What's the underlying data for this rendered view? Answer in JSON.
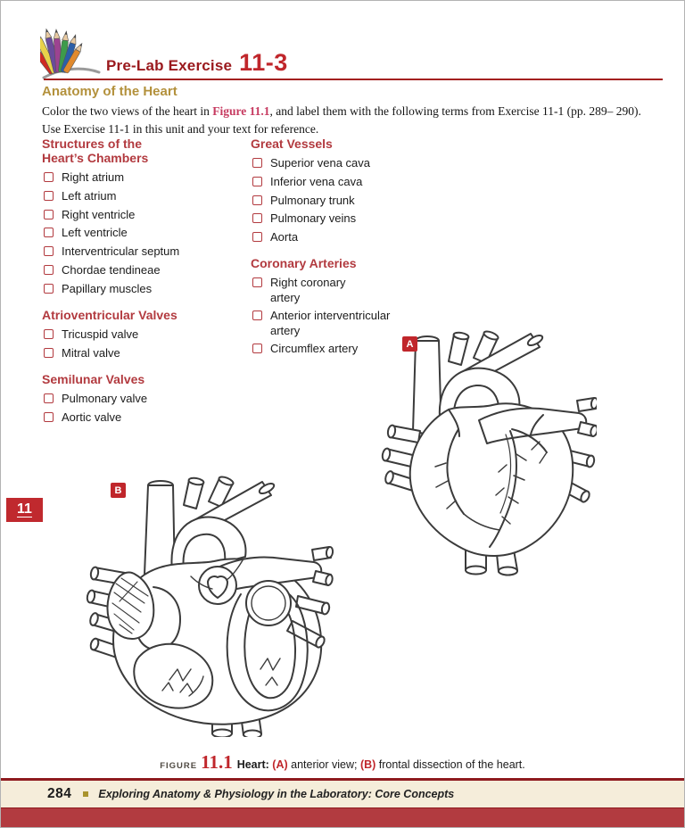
{
  "header": {
    "eyebrow": "Pre-Lab Exercise",
    "number": "11-3"
  },
  "subtitle": "Anatomy of the Heart",
  "intro": {
    "line1_pre": "Color the two views of the heart in ",
    "figure_ref": "Figure 11.1",
    "line1_post": ", and label them with the following terms from Exercise 11-1 (pp. 289– 290).",
    "line2": "Use Exercise 11-1 in this unit and your text for reference."
  },
  "checklist": {
    "left": [
      {
        "heading": "Structures of the\nHeart’s Chambers",
        "items": [
          "Right atrium",
          "Left atrium",
          "Right ventricle",
          "Left ventricle",
          "Interventricular septum",
          "Chordae tendineae",
          "Papillary muscles"
        ]
      },
      {
        "heading": "Atrioventricular Valves",
        "items": [
          "Tricuspid valve",
          "Mitral valve"
        ]
      },
      {
        "heading": "Semilunar Valves",
        "items": [
          "Pulmonary valve",
          "Aortic valve"
        ]
      }
    ],
    "right": [
      {
        "heading": "Great Vessels",
        "items": [
          "Superior vena cava",
          "Inferior vena cava",
          "Pulmonary trunk",
          "Pulmonary veins",
          "Aorta"
        ]
      },
      {
        "heading": "Coronary Arteries",
        "items": [
          "Right coronary\nartery",
          "Anterior interventricular\nartery",
          "Circumflex artery"
        ]
      }
    ]
  },
  "figure": {
    "label_a": "A",
    "label_b": "B",
    "caption": {
      "figure_word": "FIGURE",
      "number": "11.1",
      "body_1": "Heart: ",
      "a_label": "(A)",
      "body_2": " anterior view; ",
      "b_label": "(B)",
      "body_3": " frontal dissection of the heart."
    }
  },
  "side_tab": "11",
  "footer": {
    "page_number": "284",
    "book_title": "Exploring Anatomy & Physiology in the Laboratory: Core Concepts"
  },
  "colors": {
    "accent_red": "#c0262b",
    "dark_red_title": "#9a191d",
    "gold_subtitle": "#b3913c",
    "section_heading_red": "#b23a3f",
    "figure_ref_pink": "#c63a60",
    "footer_cream": "#f5edda",
    "footer_bar_red": "#b23b40",
    "bullet_gold": "#a9932d"
  }
}
